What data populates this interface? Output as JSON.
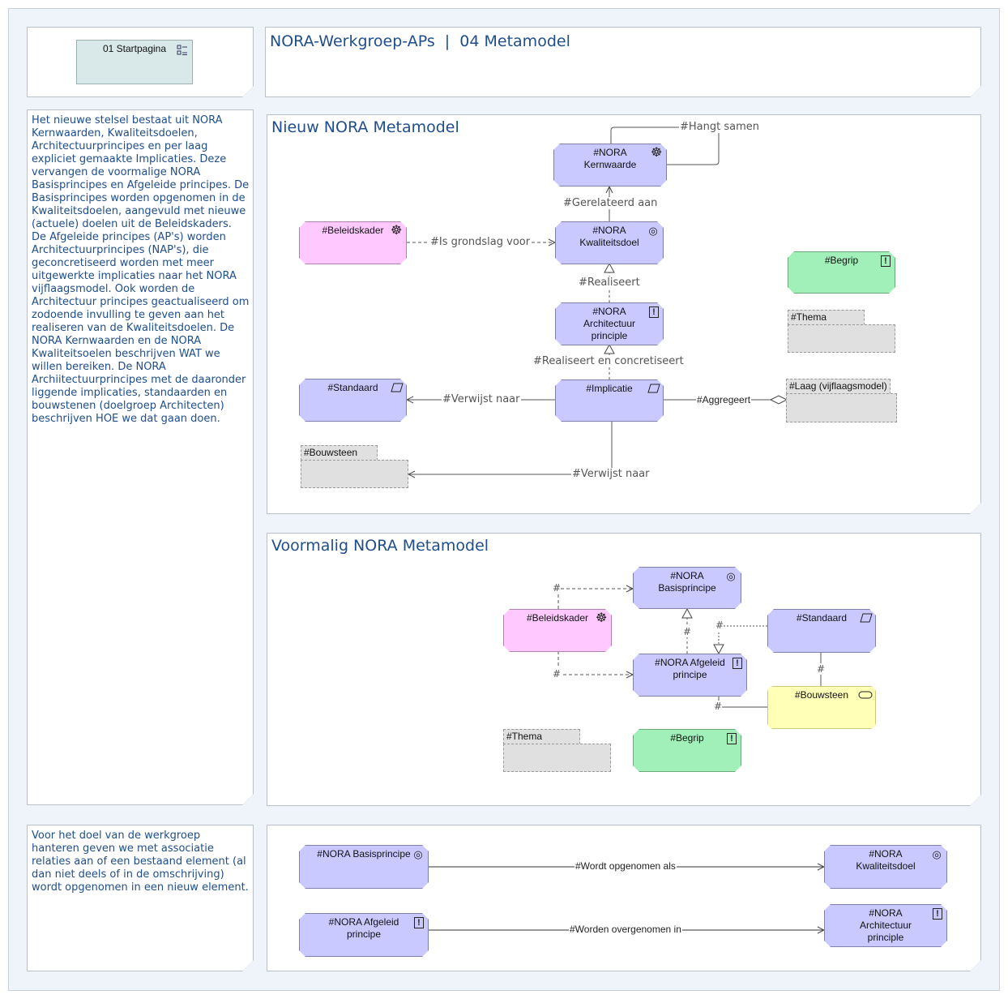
{
  "nav": {
    "label": "01 Startpagina",
    "icon": "list-icon"
  },
  "header": {
    "title": "NORA-Werkgroep-APs  |  04 Metamodel"
  },
  "intro_note": "Het nieuwe stelsel bestaat uit NORA\nKernwaarden, Kwaliteitsdoelen,\nArchitectuurprincipes en per laag\nexpliciet gemaakte Implicaties. Deze\nvervangen de voormalige NORA\nBasisprincipes en Afgeleide principes. De\nBasisprincipes worden opgenomen in de\nKwaliteitsdoelen, aangevuld met nieuwe\n(actuele) doelen uit de Beleidskaders.\nDe Afgeleide principes (AP's) worden\nArchitectuurprincipes (NAP's), die\ngeconcretiseerd worden met meer\nuitgewerkte implicaties naar het NORA\nvijflaagsmodel. Ook worden de\nArchitectuur principes geactualiseerd om\nzodoende invulling te geven aan het\nrealiseren van de Kwaliteitsdoelen. De\nNORA Kernwaarden en de NORA\nKwaliteitsoelen beschrijven WAT we\nwillen bereiken. De NORA\nArchiitectuurprincipes met de daaronder\nliggende implicaties, standaarden en\nbouwstenen (doelgroep Architecten)\nbeschrijven HOE we dat gaan doen.",
  "bottom_note": "Voor het doel van de werkgroep\nhanteren geven we met associatie\nrelaties aan of een bestaand element (al\ndan niet deels of in de omschrijving)\nwordt opgenomen in een nieuw element.",
  "new_model": {
    "title": "Nieuw NORA Metamodel",
    "elements": {
      "kernwaarde": "#NORA\nKernwaarde",
      "kwaliteitsdoel": "#NORA\nKwaliteitsdoel",
      "beleidskader": "#Beleidskader",
      "architectuur": "#NORA\nArchitectuur\nprinciple",
      "implicatie": "#Implicatie",
      "standaard": "#Standaard",
      "begrip": "#Begrip",
      "thema": "#Thema",
      "laag": "#Laag (vijflaagsmodel)",
      "bouwsteen": "#Bouwsteen"
    },
    "relations": {
      "hangt": "#Hangt samen",
      "gerelateerd": "#Gerelateerd aan",
      "grondslag": "#Is grondslag voor",
      "realiseert": "#Realiseert",
      "concretiseert": "#Realiseert en concretiseert",
      "verwijst1": "#Verwijst naar",
      "aggregeert": "#Aggregeert",
      "verwijst2": "#Verwijst naar"
    }
  },
  "old_model": {
    "title": "Voormalig NORA Metamodel",
    "elements": {
      "basisprincipe": "#NORA\nBasisprincipe",
      "beleidskader": "#Beleidskader",
      "afgeleid": "#NORA Afgeleid\nprincipe",
      "standaard": "#Standaard",
      "bouwsteen": "#Bouwsteen",
      "thema": "#Thema",
      "begrip": "#Begrip"
    },
    "hash": "#"
  },
  "mapping": {
    "basisprincipe": "#NORA Basisprincipe",
    "kwaliteitsdoel": "#NORA\nKwaliteitsdoel",
    "afgeleid": "#NORA Afgeleid\nprincipe",
    "architectuur": "#NORA\nArchitectuur\nprinciple",
    "rel1": "#Wordt opgenomen als",
    "rel2": "#Worden overgenomen in"
  }
}
